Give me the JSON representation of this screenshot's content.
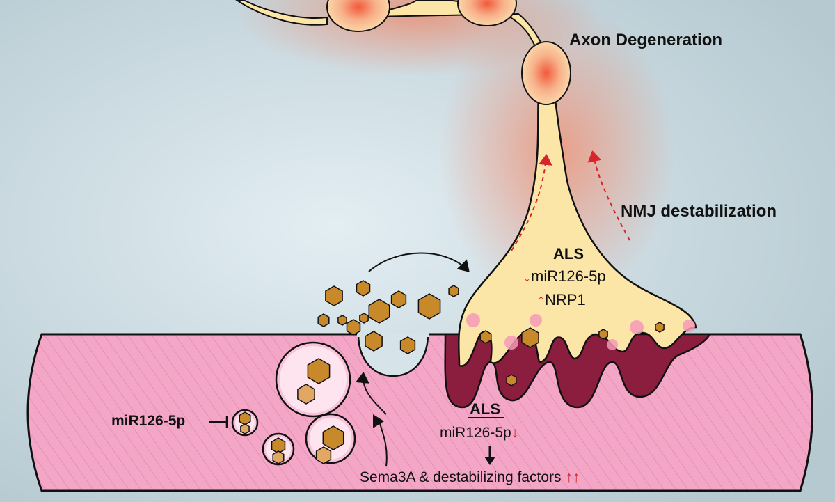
{
  "labels": {
    "axon_degeneration": "Axon Degeneration",
    "nmj_destabilization": "NMJ destabilization",
    "neuron_als": "ALS",
    "neuron_mir": "miR126-5p",
    "neuron_nrp1": "NRP1",
    "muscle_als": "ALS",
    "muscle_mir": "miR126-5p",
    "sema3a": "Sema3A & destabilizing factors",
    "inhibitor_mir": "miR126-5p"
  },
  "colors": {
    "background": "#cbd9df",
    "muscle": "#f4a6c6",
    "muscle_stripe": "#d97aa3",
    "neuron": "#fbe6a8",
    "postsynaptic": "#8b1e3f",
    "factor": "#c8892a",
    "arrow_red": "#d7262b"
  },
  "icons": {
    "down_arrow": "red-down-arrow-icon",
    "up_arrow": "red-up-arrow-icon"
  }
}
